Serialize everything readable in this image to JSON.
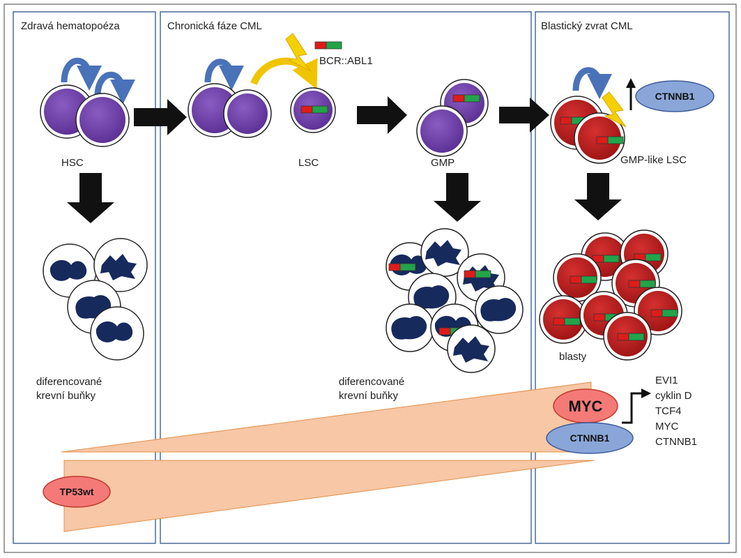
{
  "panels": {
    "healthy": {
      "title": "Zdravá hematopoéza"
    },
    "chronic": {
      "title": "Chronická fáze CML"
    },
    "blast": {
      "title": "Blastický zvrat CML"
    }
  },
  "cells": {
    "hsc": "HSC",
    "lsc": "LSC",
    "gmp": "GMP",
    "gmp_like_lsc": "GMP-like LSC",
    "fusion_gene": "BCR::ABL1"
  },
  "labels": {
    "differentiated_left": {
      "line1": "diferencované",
      "line2": "krevní buňky"
    },
    "differentiated_mid": {
      "line1": "diferencované",
      "line2": "krevní buňky"
    },
    "blasts": "blasty"
  },
  "markers": {
    "ctnnb1_top": "CTNNB1",
    "myc": "MYC",
    "ctnnb1_bottom": "CTNNB1",
    "tp53": "TP53wt"
  },
  "target_genes": [
    "EVI1",
    "cyklin D",
    "TCF4",
    "MYC",
    "CTNNB1"
  ],
  "colors": {
    "panel_border": "#4a6a9a",
    "stem_cell": "#6a3ea1",
    "blast_cell": "#b51d1d",
    "nucleus": "#172a5c",
    "curved_arrow": "#4a72b8",
    "lightning": "#f5d000",
    "fusion_red": "#e01b1b",
    "fusion_green": "#22a44a",
    "wedge": "#f7c7a6",
    "pill_red": "#f47a78",
    "pill_blue": "#8aa6d8"
  }
}
